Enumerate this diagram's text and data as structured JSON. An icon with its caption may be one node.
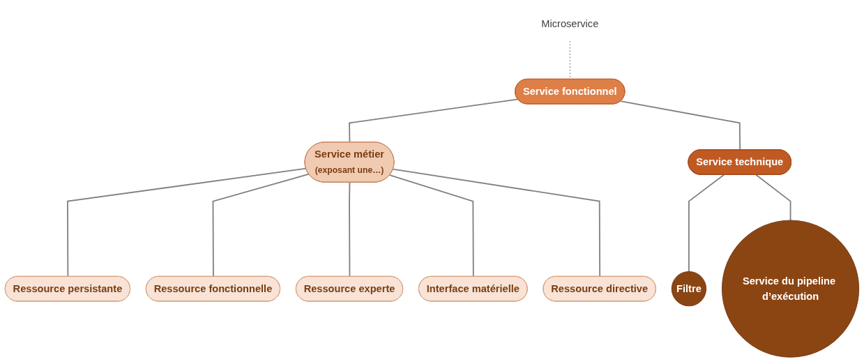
{
  "diagram": {
    "nodes": [
      {
        "text": [
          "Service fonctionnel"
        ]
      },
      {
        "text": [
          "Microservice"
        ]
      },
      {
        "text": [
          "Service métier",
          "(exposant une…)"
        ]
      },
      {
        "text": [
          "Service technique"
        ]
      },
      {
        "text": [
          "Ressource persistante"
        ]
      },
      {
        "text": [
          "Ressource fonctionnelle"
        ]
      },
      {
        "text": [
          "Ressource experte"
        ]
      },
      {
        "text": [
          "Interface matérielle"
        ]
      },
      {
        "text": [
          "Ressource directive"
        ]
      },
      {
        "text": [
          "Filtre"
        ]
      },
      {
        "text": [
          "Service du pipeline d’exécution"
        ]
      }
    ],
    "edges": [
      {
        "from": 1,
        "to": 0,
        "arrow": "none",
        "style": "dashed",
        "color": "#a6a6a6"
      },
      {
        "from": 0,
        "to": 2,
        "arrow": "none"
      },
      {
        "from": 0,
        "to": 3,
        "arrow": "none"
      },
      {
        "from": 2,
        "to": 4,
        "arrow": "none"
      },
      {
        "from": 2,
        "to": 5,
        "arrow": "none"
      },
      {
        "from": 2,
        "to": 6,
        "arrow": "none"
      },
      {
        "from": 2,
        "to": 7,
        "arrow": "none"
      },
      {
        "from": 2,
        "to": 8,
        "arrow": "none"
      },
      {
        "from": 3,
        "to": 9,
        "arrow": "none"
      },
      {
        "from": 3,
        "to": 10,
        "arrow": "none"
      }
    ]
  }
}
